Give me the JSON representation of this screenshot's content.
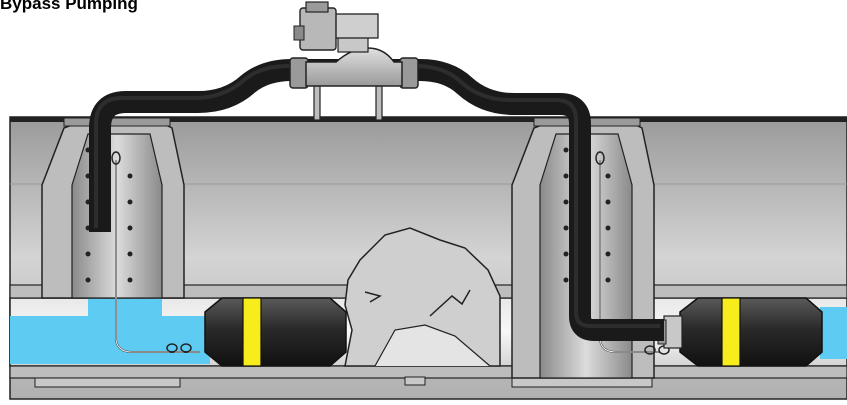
{
  "title": "Bypass Pumping",
  "colors": {
    "water": "#5ecbf2",
    "hose": "#1a1a1a",
    "plug_band": "#f7ec1c",
    "plug_body": "#2b2b2b",
    "concrete": "#c8c8c8",
    "pipe_interior": "#b8b8b8"
  },
  "components": [
    "pump",
    "bypass-hose",
    "upstream-manhole",
    "downstream-manhole",
    "upstream-pipe-plug",
    "downstream-pipe-plug",
    "blockage",
    "sewer-pipe"
  ]
}
